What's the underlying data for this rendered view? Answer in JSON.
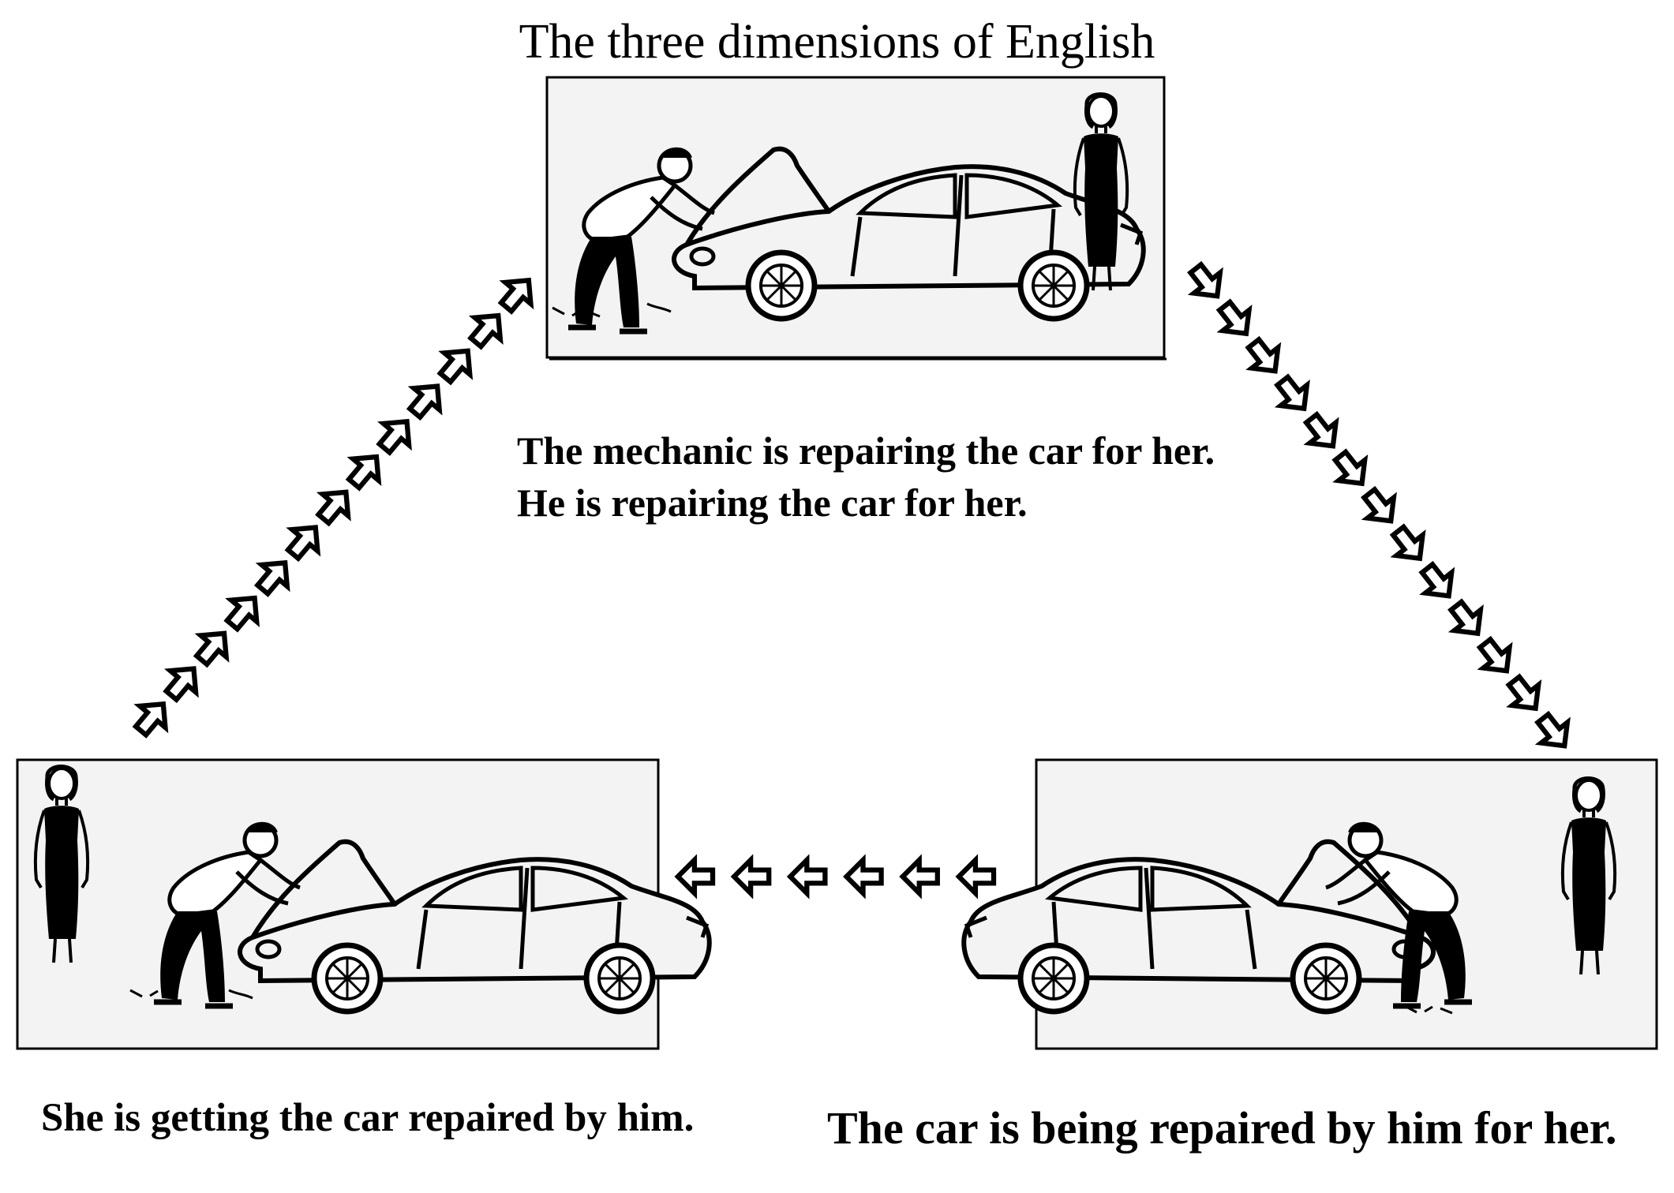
{
  "title": "The three dimensions of English",
  "panels": {
    "top": {
      "caption_line1": "The mechanic is repairing the car for her.",
      "caption_line2": "He is repairing the car for her."
    },
    "bottom_left": {
      "caption": "She is getting the car repaired by him."
    },
    "bottom_right": {
      "caption": "The car is being repaired by him for her."
    }
  },
  "arrows": {
    "left_edge": {
      "direction": "up-right",
      "count": 13
    },
    "right_edge": {
      "direction": "down-right",
      "count": 13
    },
    "bottom_edge": {
      "direction": "left",
      "count": 6
    }
  },
  "colors": {
    "stroke": "#000000",
    "panel_fill": "#f3f3f3",
    "background": "#ffffff"
  },
  "icons": [
    "car-illustration",
    "mechanic-figure",
    "woman-figure"
  ]
}
